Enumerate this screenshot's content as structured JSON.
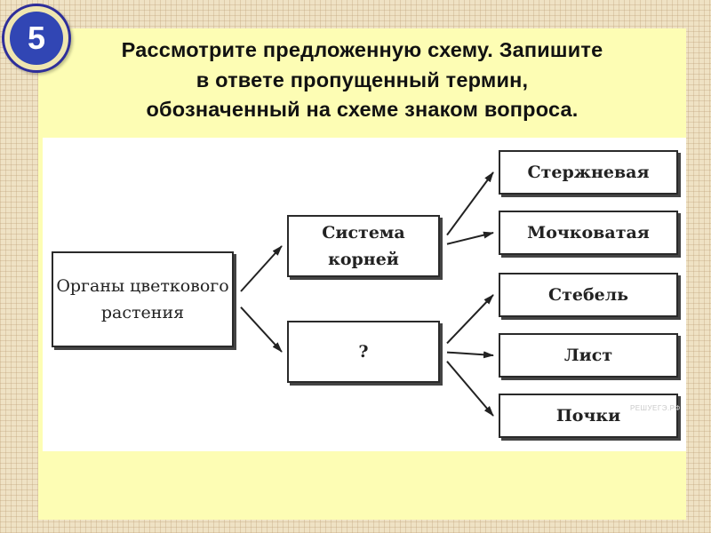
{
  "task": {
    "number": "5",
    "question_lines": [
      "Рассмотрите предложенную схему. Запишите",
      "в ответе пропущенный термин,",
      "обозначенный на схеме знаком вопроса."
    ]
  },
  "diagram": {
    "nodes": {
      "root": "Органы цветкового растения",
      "root_system": "Система корней",
      "unknown": "?",
      "taproot": "Стержневая",
      "fibrous": "Мочковатая",
      "stem": "Стебель",
      "leaf": "Лист",
      "buds": "Почки"
    },
    "edges": [
      [
        "root",
        "root_system"
      ],
      [
        "root",
        "unknown"
      ],
      [
        "root_system",
        "taproot"
      ],
      [
        "root_system",
        "fibrous"
      ],
      [
        "unknown",
        "stem"
      ],
      [
        "unknown",
        "leaf"
      ],
      [
        "unknown",
        "buds"
      ]
    ],
    "watermark": "РЕШУЕГЭ.РФ"
  }
}
